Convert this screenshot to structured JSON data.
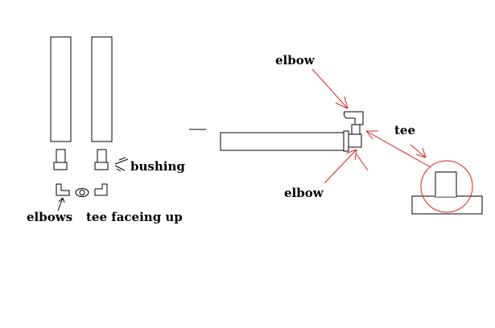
{
  "labels": {
    "bushing": "bushing",
    "elbows": "elbows",
    "tee_facing_up": "tee faceing up",
    "elbow_top": "elbow",
    "elbow_bottom": "elbow",
    "tee": "tee"
  },
  "colors": {
    "ink": "#000000",
    "annotation": "#e02020",
    "background": "#ffffff"
  }
}
